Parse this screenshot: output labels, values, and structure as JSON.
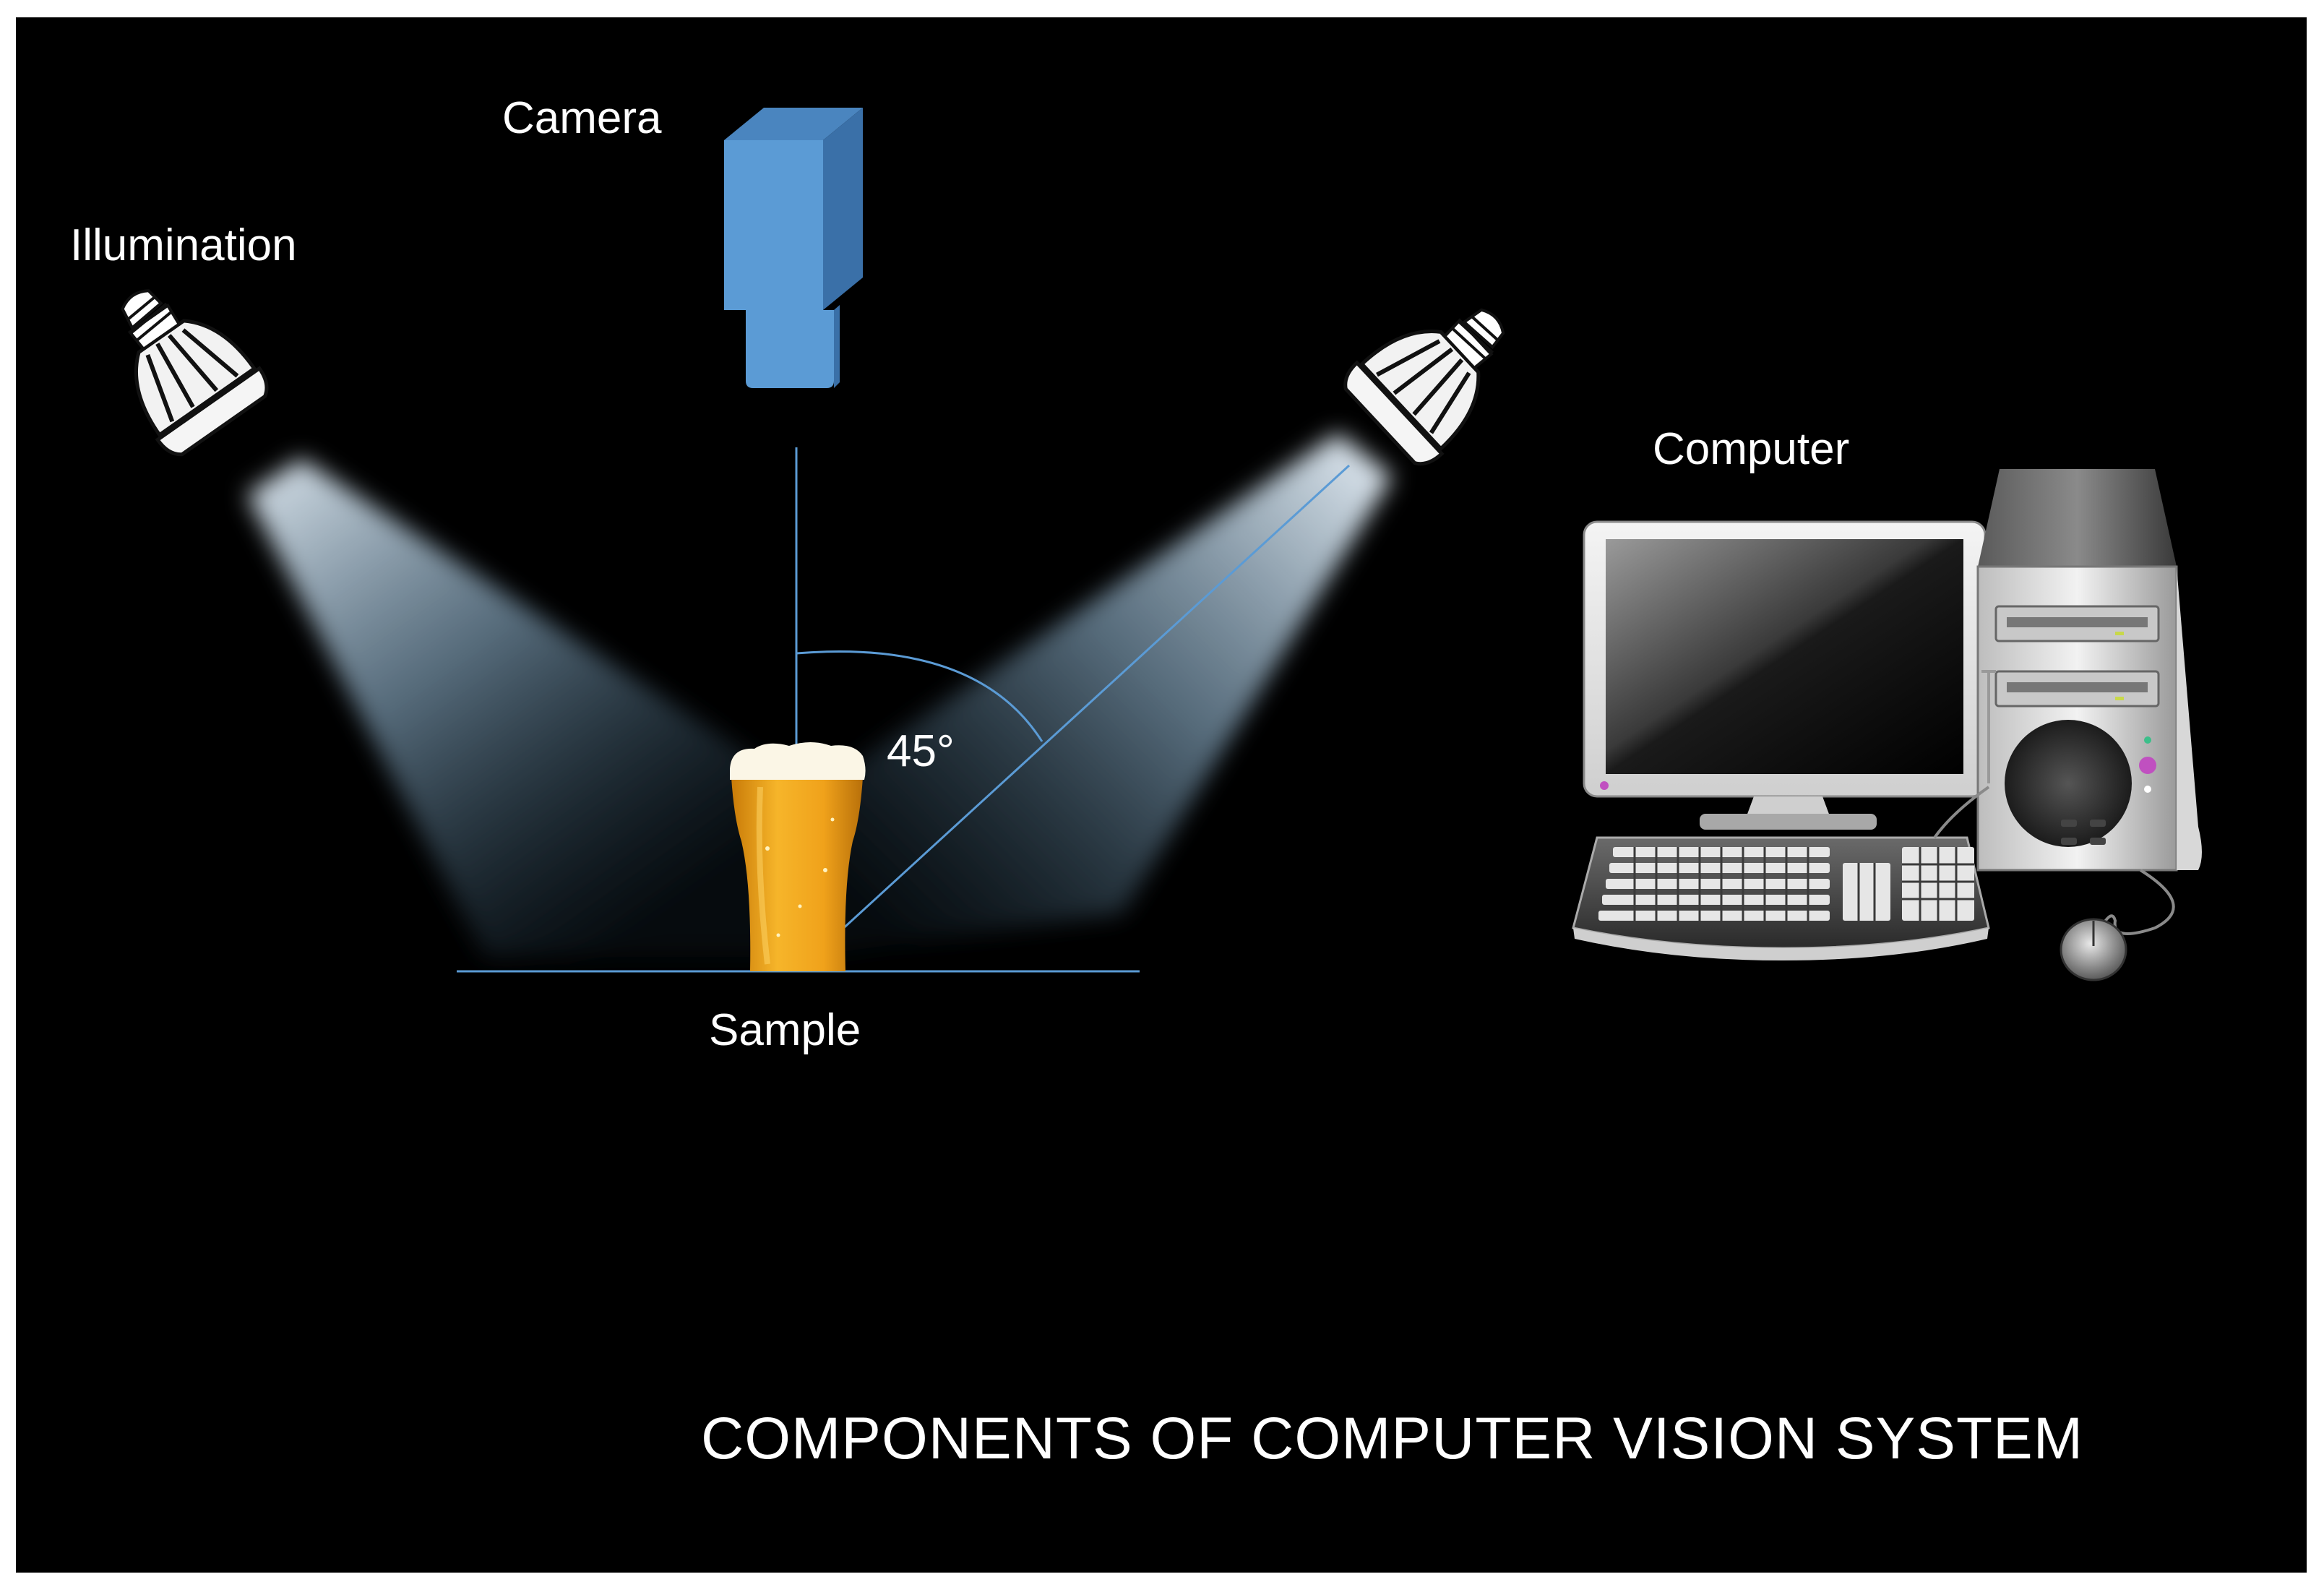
{
  "labels": {
    "camera": "Camera",
    "illumination": "Illumination",
    "computer": "Computer",
    "sample": "Sample",
    "angle": "45°",
    "title": "COMPONENTS OF COMPUTER VISION SYSTEM"
  },
  "angle_deg": 45,
  "colors": {
    "background": "#000000",
    "camera_body": "#5b9bd5",
    "guide_lines": "#5b9bd5",
    "light_beam": "#c9dcea",
    "beer": "#f0a71c",
    "foam": "#fbf6e6",
    "text": "#ffffff"
  },
  "icons": [
    "camera-icon",
    "light-bulb-icon",
    "beer-glass-icon",
    "monitor-icon",
    "keyboard-icon",
    "pc-tower-icon",
    "mouse-icon"
  ]
}
